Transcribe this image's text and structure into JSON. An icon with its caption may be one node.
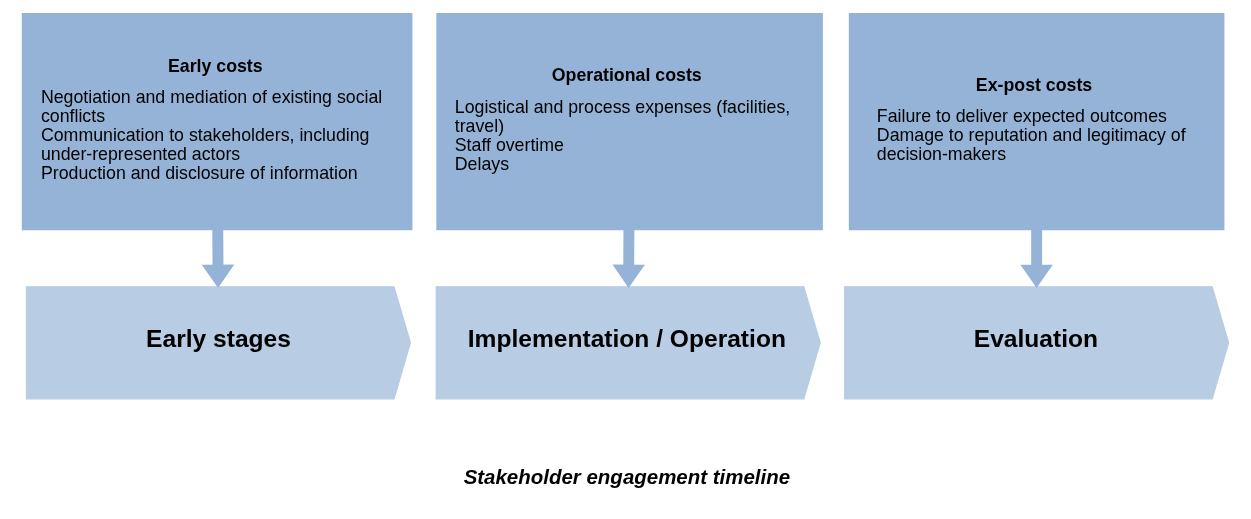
{
  "diagram": {
    "nodes": [
      {
        "text": [
          "Early costs",
          "Negotiation and mediation of existing social conflicts",
          "Communication to stakeholders, including under-represented actors",
          "Production and disclosure of information"
        ]
      },
      {
        "text": [
          "Operational costs",
          "Logistical and process expenses (facilities, travel)",
          "Staff overtime",
          "Delays"
        ]
      },
      {
        "text": [
          "Ex-post costs",
          "Failure to deliver expected outcomes",
          "Damage to reputation and legitimacy of decision-makers"
        ]
      },
      {
        "text": [
          "Early stages"
        ]
      },
      {
        "text": [
          "Implementation / Operation"
        ]
      },
      {
        "text": [
          "Evaluation"
        ]
      }
    ],
    "edges": [
      {
        "from": 0,
        "to": 3,
        "arrow": "to"
      },
      {
        "from": 1,
        "to": 4,
        "arrow": "to"
      },
      {
        "from": 2,
        "to": 5,
        "arrow": "to"
      }
    ],
    "labels": [
      "Stakeholder engagement timeline"
    ]
  }
}
